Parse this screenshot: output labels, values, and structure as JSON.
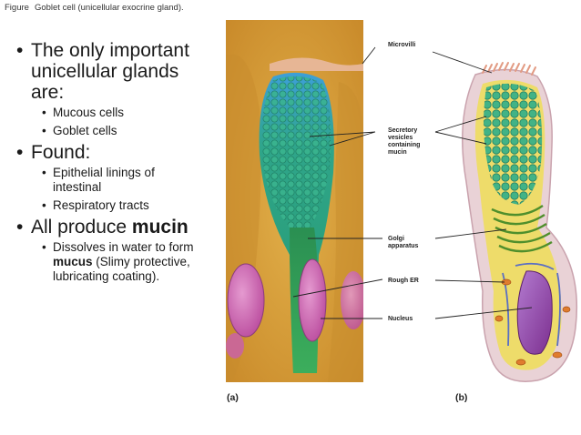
{
  "caption": {
    "prefix": "Figure",
    "text": "Goblet cell (unicellular exocrine gland)."
  },
  "bullets": {
    "b1": "The only important unicellular glands are:",
    "b1_sub": [
      "Mucous cells",
      "Goblet cells"
    ],
    "b2": "Found:",
    "b2_sub": [
      "Epithelial linings of intestinal",
      "Respiratory tracts"
    ],
    "b3_prefix": "All produce ",
    "b3_strong": "mucin",
    "b3_sub_prefix": "Dissolves in water to form ",
    "b3_sub_strong": "mucus",
    "b3_sub_suffix": " (Slimy protective, lubricating coating)."
  },
  "labels": {
    "microvilli": "Microvilli",
    "secretory": [
      "Secretory",
      "vesicles",
      "containing",
      "mucin"
    ],
    "golgi": [
      "Golgi",
      "apparatus"
    ],
    "rough_er": "Rough ER",
    "nucleus": "Nucleus",
    "panel_a": "(a)",
    "panel_b": "(b)"
  },
  "colors": {
    "tissue": "#d9a23e",
    "mucin_vesicles": "#2fa58a",
    "golgi": "#4f8f2c",
    "nucleus": "#c95fae",
    "cytoplasm": "#eedc6a"
  }
}
